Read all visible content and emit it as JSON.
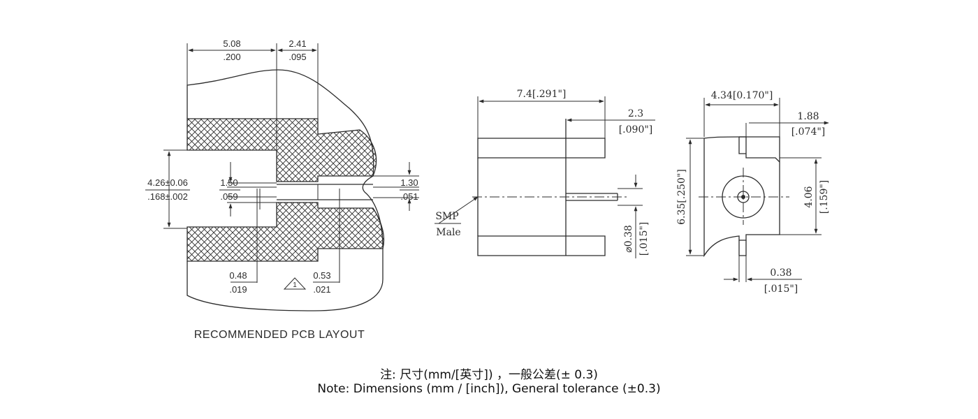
{
  "pcb": {
    "dim_a": "5.08",
    "dim_a_inch": ".200",
    "dim_b": "2.41",
    "dim_b_inch": ".095",
    "dim_height": "4.26±0.06",
    "dim_height_inch": ".168±.002",
    "dim_gap": "1.50",
    "dim_gap_inch": ".059",
    "dim_trace": "1.30",
    "dim_trace_inch": ".051",
    "dim_pin": "0.48",
    "dim_pin_inch": ".019",
    "dim_slot": "0.53",
    "dim_slot_inch": ".021",
    "warning_number": "1",
    "caption": "RECOMMENDED PCB LAYOUT"
  },
  "side": {
    "length": "7.4[.291\"]",
    "tail": "2.3",
    "tail_inch": "[.090\"]",
    "connector": "SMP",
    "gender": "Male",
    "pin_dia": "⌀0.38",
    "pin_dia_inch": "[.015\"]"
  },
  "front": {
    "width": "4.34[0.170\"]",
    "flange": "1.88",
    "flange_inch": "[.074\"]",
    "height": "6.35[.250\"]",
    "inner_height": "4.06",
    "inner_height_inch": "[.159\"]",
    "pin": "0.38",
    "pin_inch": "[.015\"]"
  },
  "notes": {
    "cn": "注: 尺寸(mm/[英寸]) ，一般公差(± 0.3)",
    "en": "Note: Dimensions (mm / [inch]), General tolerance (±0.3)"
  }
}
